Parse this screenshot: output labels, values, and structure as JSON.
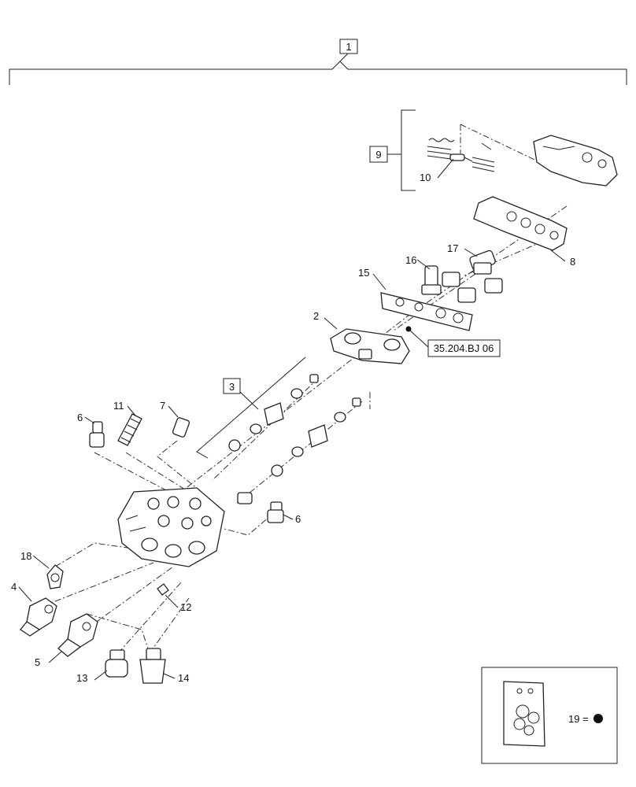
{
  "labels": {
    "l1": "1",
    "l2": "2",
    "l3": "3",
    "l4": "4",
    "l5": "5",
    "l6a": "6",
    "l6b": "6",
    "l7": "7",
    "l8": "8",
    "l9": "9",
    "l10": "10",
    "l11": "11",
    "l12": "12",
    "l13": "13",
    "l14": "14",
    "l15": "15",
    "l16": "16",
    "l17": "17",
    "l18": "18"
  },
  "reference": "35.204.BJ 06",
  "kit_note": "19 ="
}
